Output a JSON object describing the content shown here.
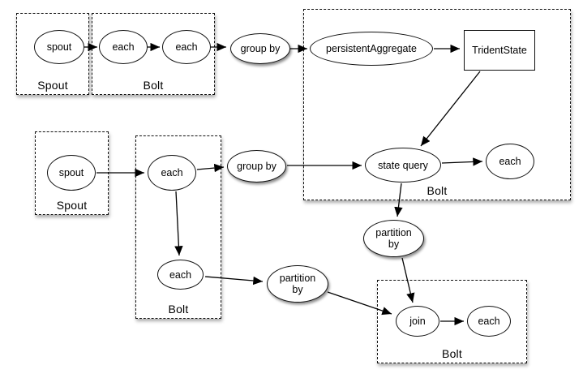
{
  "colors": {
    "background": "#ffffff",
    "stroke": "#000000",
    "node_fill": "#ffffff"
  },
  "groups": {
    "g1": {
      "label": "Spout"
    },
    "g2": {
      "label": "Bolt"
    },
    "g3": {
      "label": "Bolt"
    },
    "g4": {
      "label": "Spout"
    },
    "g5": {
      "label": "Bolt"
    },
    "g6": {
      "label": "Bolt"
    }
  },
  "nodes": {
    "spout_a": {
      "label": "spout"
    },
    "each_a1": {
      "label": "each"
    },
    "each_a2": {
      "label": "each"
    },
    "group_by_1": {
      "label": "group by"
    },
    "persistent_aggregate": {
      "label": "persistentAggregate"
    },
    "trident_state": {
      "label": "TridentState"
    },
    "state_query": {
      "label": "state query"
    },
    "each_b": {
      "label": "each"
    },
    "spout_b": {
      "label": "spout"
    },
    "each_c1": {
      "label": "each"
    },
    "group_by_2": {
      "label": "group by"
    },
    "each_c2": {
      "label": "each"
    },
    "partition_by_1": {
      "label": "partition by"
    },
    "partition_by_2": {
      "label": "partition by"
    },
    "join": {
      "label": "join"
    },
    "each_d": {
      "label": "each"
    }
  },
  "edges": [
    {
      "from": "spout_a",
      "to": "each_a1"
    },
    {
      "from": "each_a1",
      "to": "each_a2"
    },
    {
      "from": "each_a2",
      "to": "group_by_1"
    },
    {
      "from": "group_by_1",
      "to": "persistent_aggregate"
    },
    {
      "from": "persistent_aggregate",
      "to": "trident_state"
    },
    {
      "from": "trident_state",
      "to": "state_query"
    },
    {
      "from": "group_by_2",
      "to": "state_query"
    },
    {
      "from": "state_query",
      "to": "each_b"
    },
    {
      "from": "state_query",
      "to": "partition_by_1"
    },
    {
      "from": "partition_by_1",
      "to": "join"
    },
    {
      "from": "spout_b",
      "to": "each_c1"
    },
    {
      "from": "each_c1",
      "to": "group_by_2"
    },
    {
      "from": "each_c1",
      "to": "each_c2"
    },
    {
      "from": "each_c2",
      "to": "partition_by_2"
    },
    {
      "from": "partition_by_2",
      "to": "join"
    },
    {
      "from": "join",
      "to": "each_d"
    }
  ]
}
